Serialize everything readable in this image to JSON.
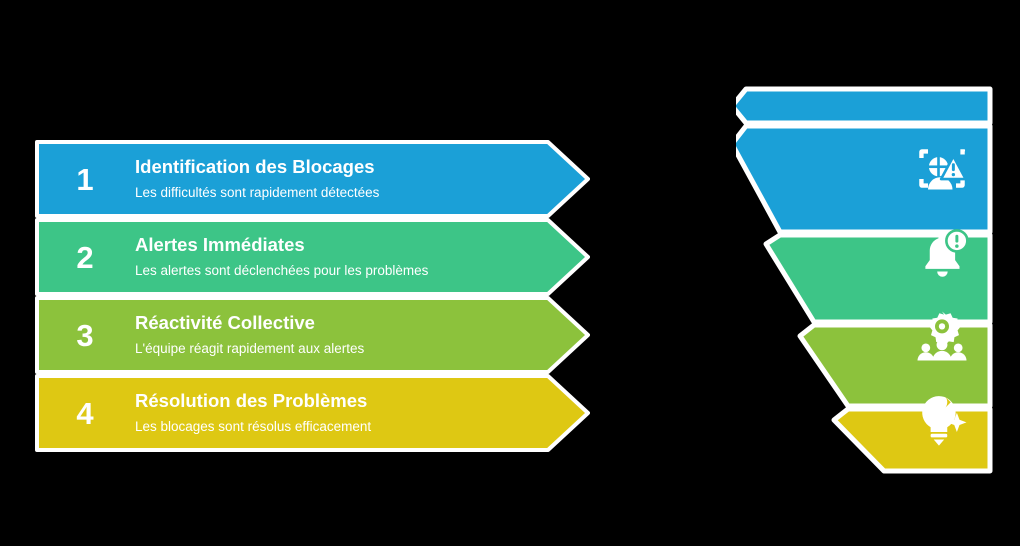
{
  "background_color": "#000000",
  "palette": {
    "step1": "#1BA0D7",
    "step2": "#3DC587",
    "step3": "#8CC23C",
    "step4": "#DEC813",
    "text": "#FFFFFF",
    "separator": "#FFFFFF"
  },
  "steps": [
    {
      "number": "1",
      "title": "Identification des Blocages",
      "subtitle": "Les difficultés sont rapidement détectées",
      "color": "#1BA0D7",
      "icon": "scan-alert-icon"
    },
    {
      "number": "2",
      "title": "Alertes Immédiates",
      "subtitle": "Les alertes sont déclenchées pour les problèmes",
      "color": "#3DC587",
      "icon": "bell-alert-icon"
    },
    {
      "number": "3",
      "title": "Réactivité Collective",
      "subtitle": "L'équipe réagit rapidement aux alertes",
      "color": "#8CC23C",
      "icon": "team-gear-icon"
    },
    {
      "number": "4",
      "title": "Résolution des Problèmes",
      "subtitle": "Les blocages sont résolus efficacement",
      "color": "#DEC813",
      "icon": "lightbulb-sparkle-icon"
    }
  ],
  "funnel": {
    "segments": [
      {
        "color": "#1BA0D7",
        "icon": "scan-alert-icon"
      },
      {
        "color": "#3DC587",
        "icon": "bell-alert-icon"
      },
      {
        "color": "#8CC23C",
        "icon": "team-gear-icon"
      },
      {
        "color": "#DEC813",
        "icon": "lightbulb-sparkle-icon"
      }
    ]
  }
}
